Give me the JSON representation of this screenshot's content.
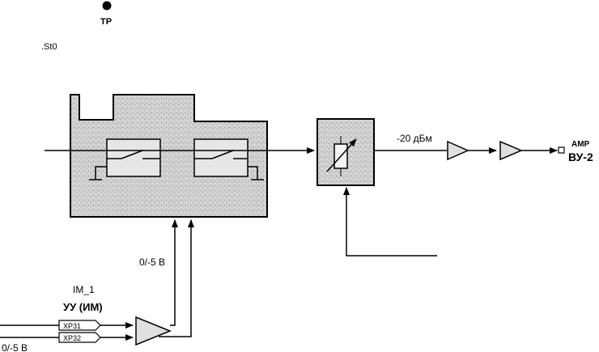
{
  "labels": {
    "tp": "TP",
    "st0": ".St0",
    "level_db": "-20  дБм",
    "amp": "AMP",
    "vu2": "ВУ-2",
    "level_v": "0/-5 В",
    "im1": "IM_1",
    "uu_im": "УУ (ИМ)",
    "xp31": "XP31",
    "xp32": "XP32",
    "left_v": "0/-5 В"
  },
  "colors": {
    "line": "#000000",
    "block_fill": "#d4d4d4",
    "block_fill_small": "#dcdcdc"
  }
}
